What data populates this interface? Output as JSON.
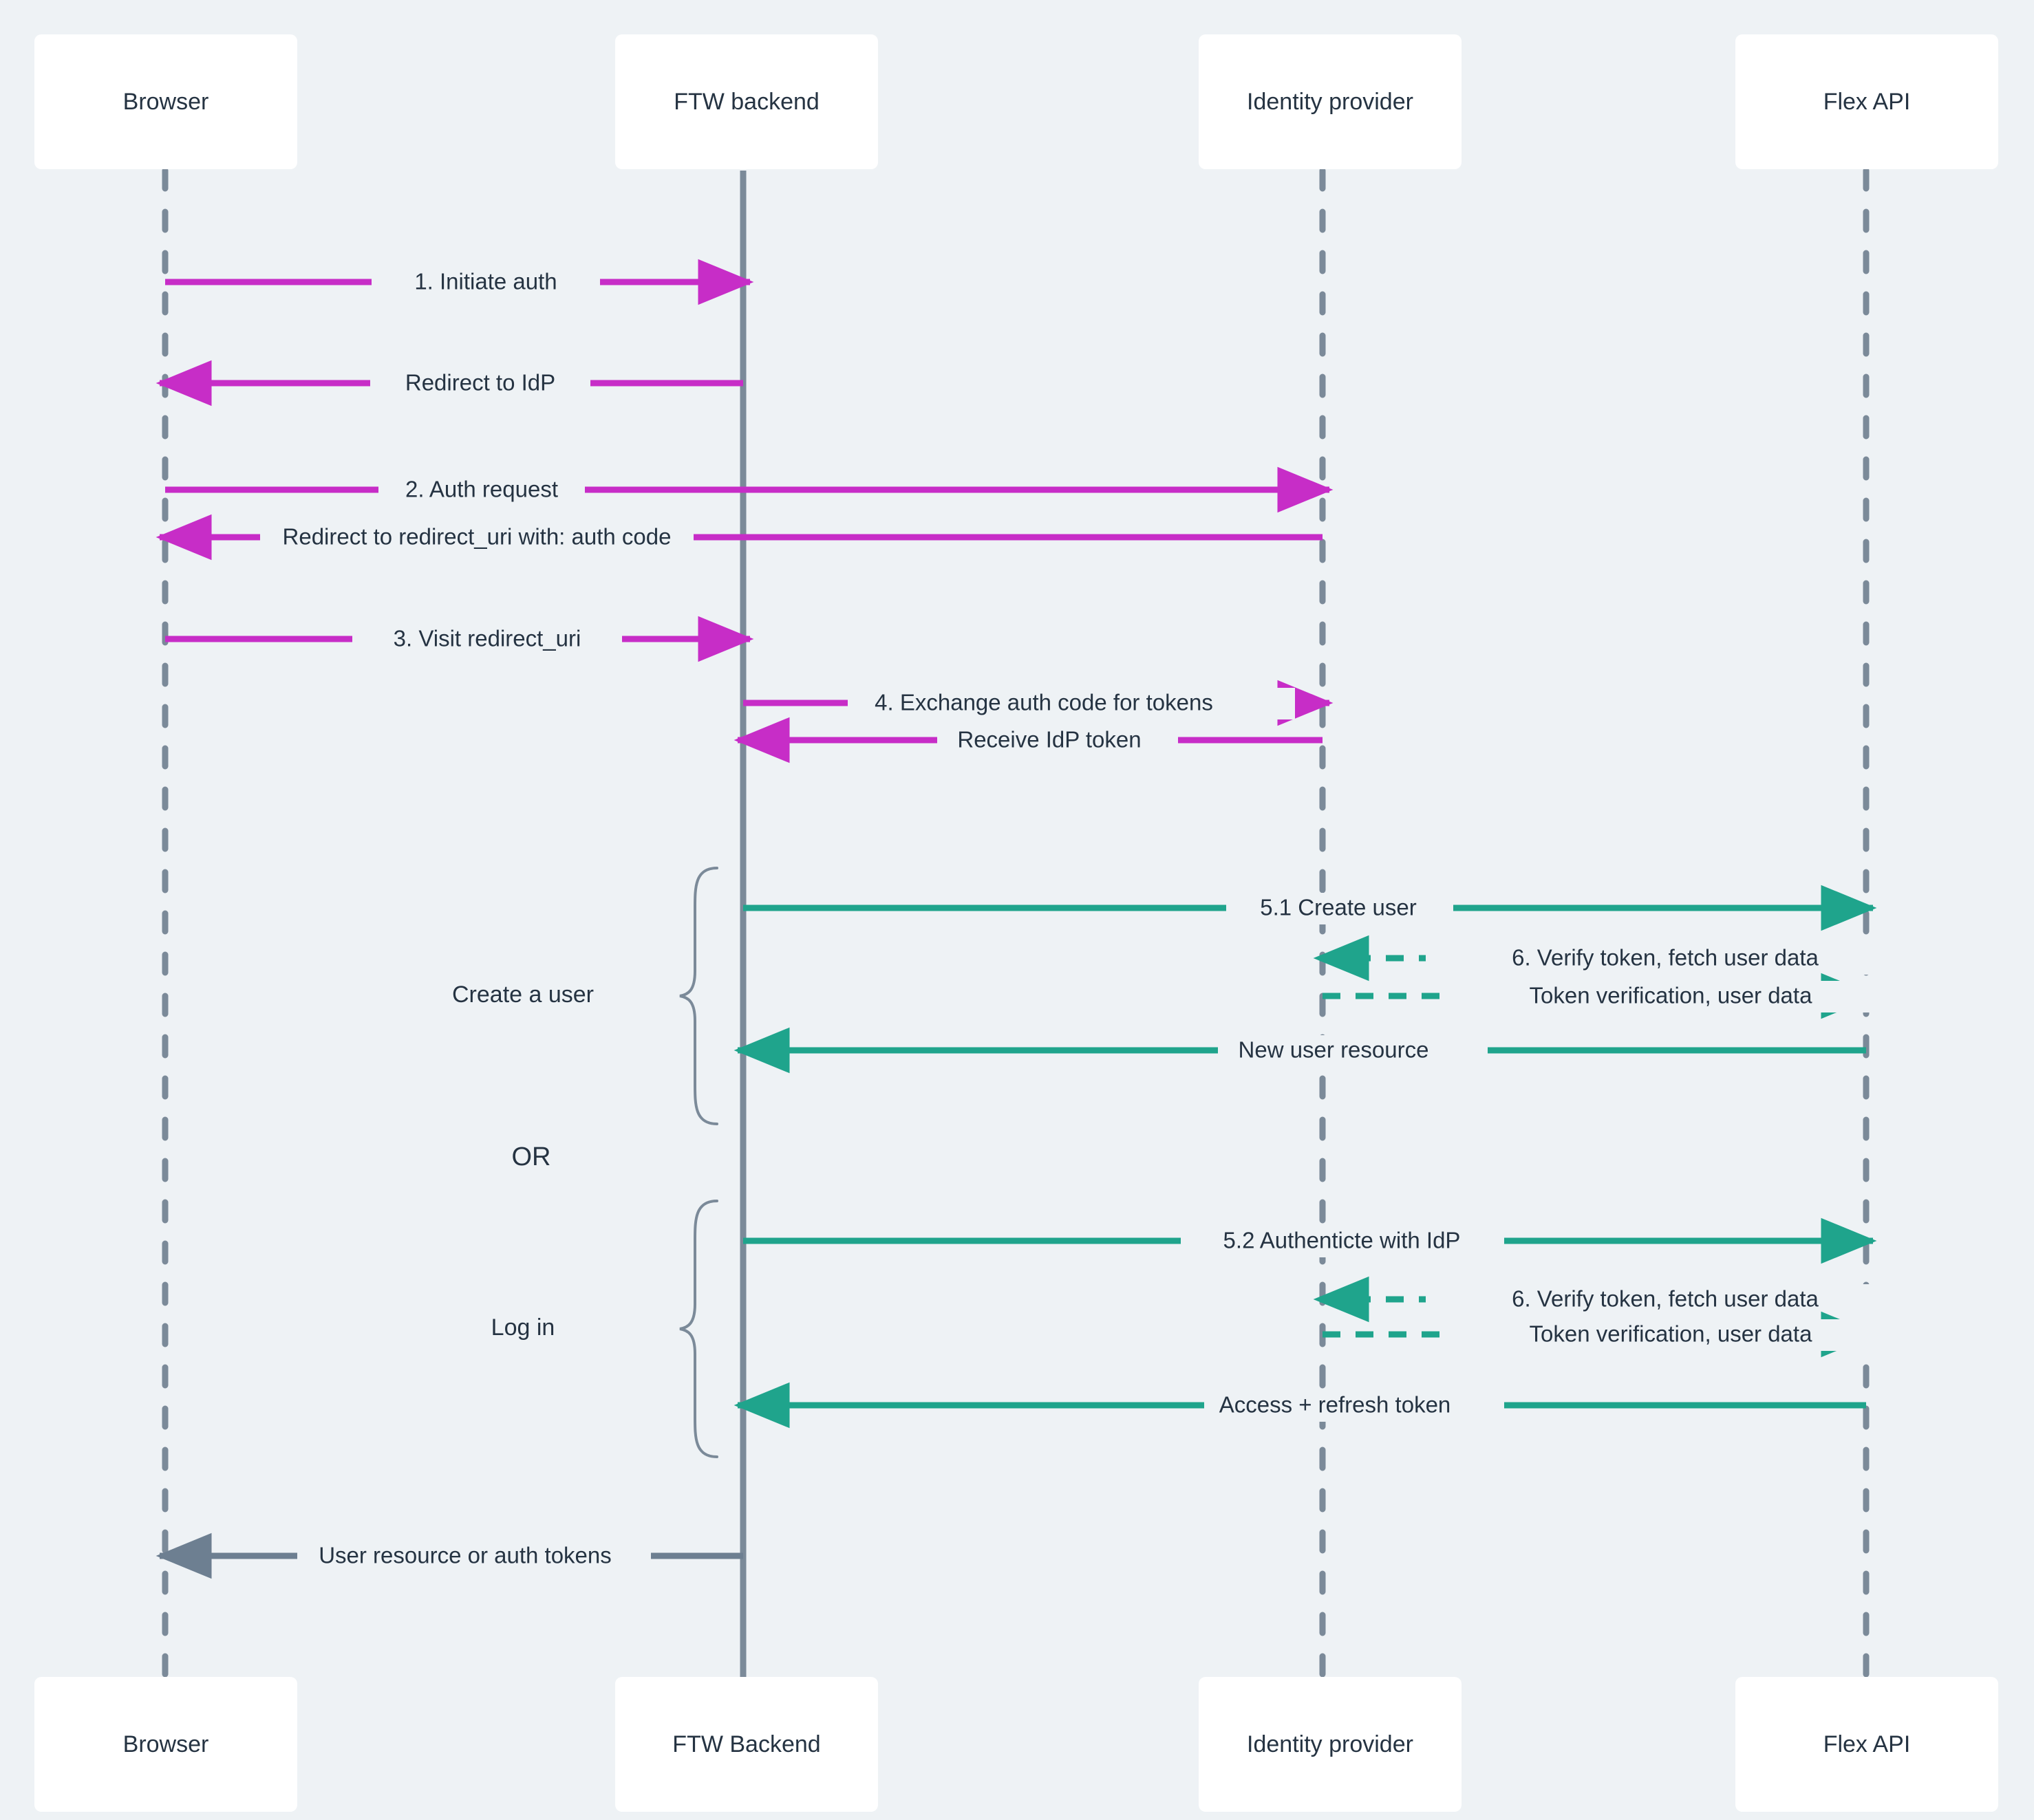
{
  "diagram": {
    "title": "FTW OAuth / Identity provider authentication sequence",
    "type": "sequence-diagram",
    "background_color": "#eef2f5",
    "colors": {
      "background": "#eef2f5",
      "actor_box": "#ffffff",
      "text": "#253342",
      "lifeline": "#7b8a99",
      "magenta_arrow": "#c72dc7",
      "teal_arrow": "#1fa48c",
      "gray_arrow": "#6d7f91"
    }
  },
  "actors": [
    {
      "id": "browser",
      "top_label": "Browser",
      "bottom_label": "Browser",
      "lifeline_style": "dashed"
    },
    {
      "id": "ftw",
      "top_label": "FTW backend",
      "bottom_label": "FTW Backend",
      "lifeline_style": "solid"
    },
    {
      "id": "idp",
      "top_label": "Identity provider",
      "bottom_label": "Identity provider",
      "lifeline_style": "dashed"
    },
    {
      "id": "flex",
      "top_label": "Flex API",
      "bottom_label": "Flex API",
      "lifeline_style": "dashed"
    }
  ],
  "messages": [
    {
      "id": "m1",
      "label": "1. Initiate auth",
      "from": "browser",
      "to": "ftw",
      "direction": "right",
      "style": "solid",
      "color": "magenta"
    },
    {
      "id": "m2",
      "label": "Redirect to IdP",
      "from": "ftw",
      "to": "browser",
      "direction": "left",
      "style": "solid",
      "color": "magenta"
    },
    {
      "id": "m3",
      "label": "2. Auth request",
      "from": "browser",
      "to": "idp",
      "direction": "right",
      "style": "solid",
      "color": "magenta"
    },
    {
      "id": "m4",
      "label": "Redirect to redirect_uri with: auth code",
      "from": "idp",
      "to": "browser",
      "direction": "left",
      "style": "solid",
      "color": "magenta"
    },
    {
      "id": "m5",
      "label": "3. Visit redirect_uri",
      "from": "browser",
      "to": "ftw",
      "direction": "right",
      "style": "solid",
      "color": "magenta"
    },
    {
      "id": "m6",
      "label": "4. Exchange auth code for tokens",
      "from": "ftw",
      "to": "idp",
      "direction": "right",
      "style": "solid",
      "color": "magenta"
    },
    {
      "id": "m7",
      "label": "Receive IdP token",
      "from": "idp",
      "to": "ftw",
      "direction": "left",
      "style": "solid",
      "color": "magenta"
    },
    {
      "id": "m8",
      "label": "5.1 Create user",
      "from": "ftw",
      "to": "flex",
      "direction": "right",
      "style": "solid",
      "color": "teal"
    },
    {
      "id": "m9",
      "label": "6. Verify token, fetch user data",
      "from": "flex",
      "to": "idp",
      "direction": "left",
      "style": "dashed",
      "color": "teal"
    },
    {
      "id": "m10",
      "label": "Token verification, user data",
      "from": "idp",
      "to": "flex",
      "direction": "right",
      "style": "dashed",
      "color": "teal"
    },
    {
      "id": "m11",
      "label": "New user resource",
      "from": "flex",
      "to": "ftw",
      "direction": "left",
      "style": "solid",
      "color": "teal"
    },
    {
      "id": "m12",
      "label": "5.2 Authenticte with IdP",
      "from": "ftw",
      "to": "flex",
      "direction": "right",
      "style": "solid",
      "color": "teal"
    },
    {
      "id": "m13",
      "label": "6. Verify token, fetch user data",
      "from": "flex",
      "to": "idp",
      "direction": "left",
      "style": "dashed",
      "color": "teal"
    },
    {
      "id": "m14",
      "label": "Token verification, user data",
      "from": "idp",
      "to": "flex",
      "direction": "right",
      "style": "dashed",
      "color": "teal"
    },
    {
      "id": "m15",
      "label": "Access + refresh token",
      "from": "flex",
      "to": "ftw",
      "direction": "left",
      "style": "solid",
      "color": "teal"
    },
    {
      "id": "m16",
      "label": "User resource or auth tokens",
      "from": "ftw",
      "to": "browser",
      "direction": "left",
      "style": "solid",
      "color": "gray"
    }
  ],
  "groups": [
    {
      "id": "g-create",
      "label": "Create a user",
      "covers": [
        "m8",
        "m9",
        "m10",
        "m11"
      ]
    },
    {
      "id": "g-login",
      "label": "Log in",
      "covers": [
        "m12",
        "m13",
        "m14",
        "m15"
      ]
    }
  ],
  "separators": [
    {
      "id": "or-separator",
      "label": "OR"
    }
  ]
}
